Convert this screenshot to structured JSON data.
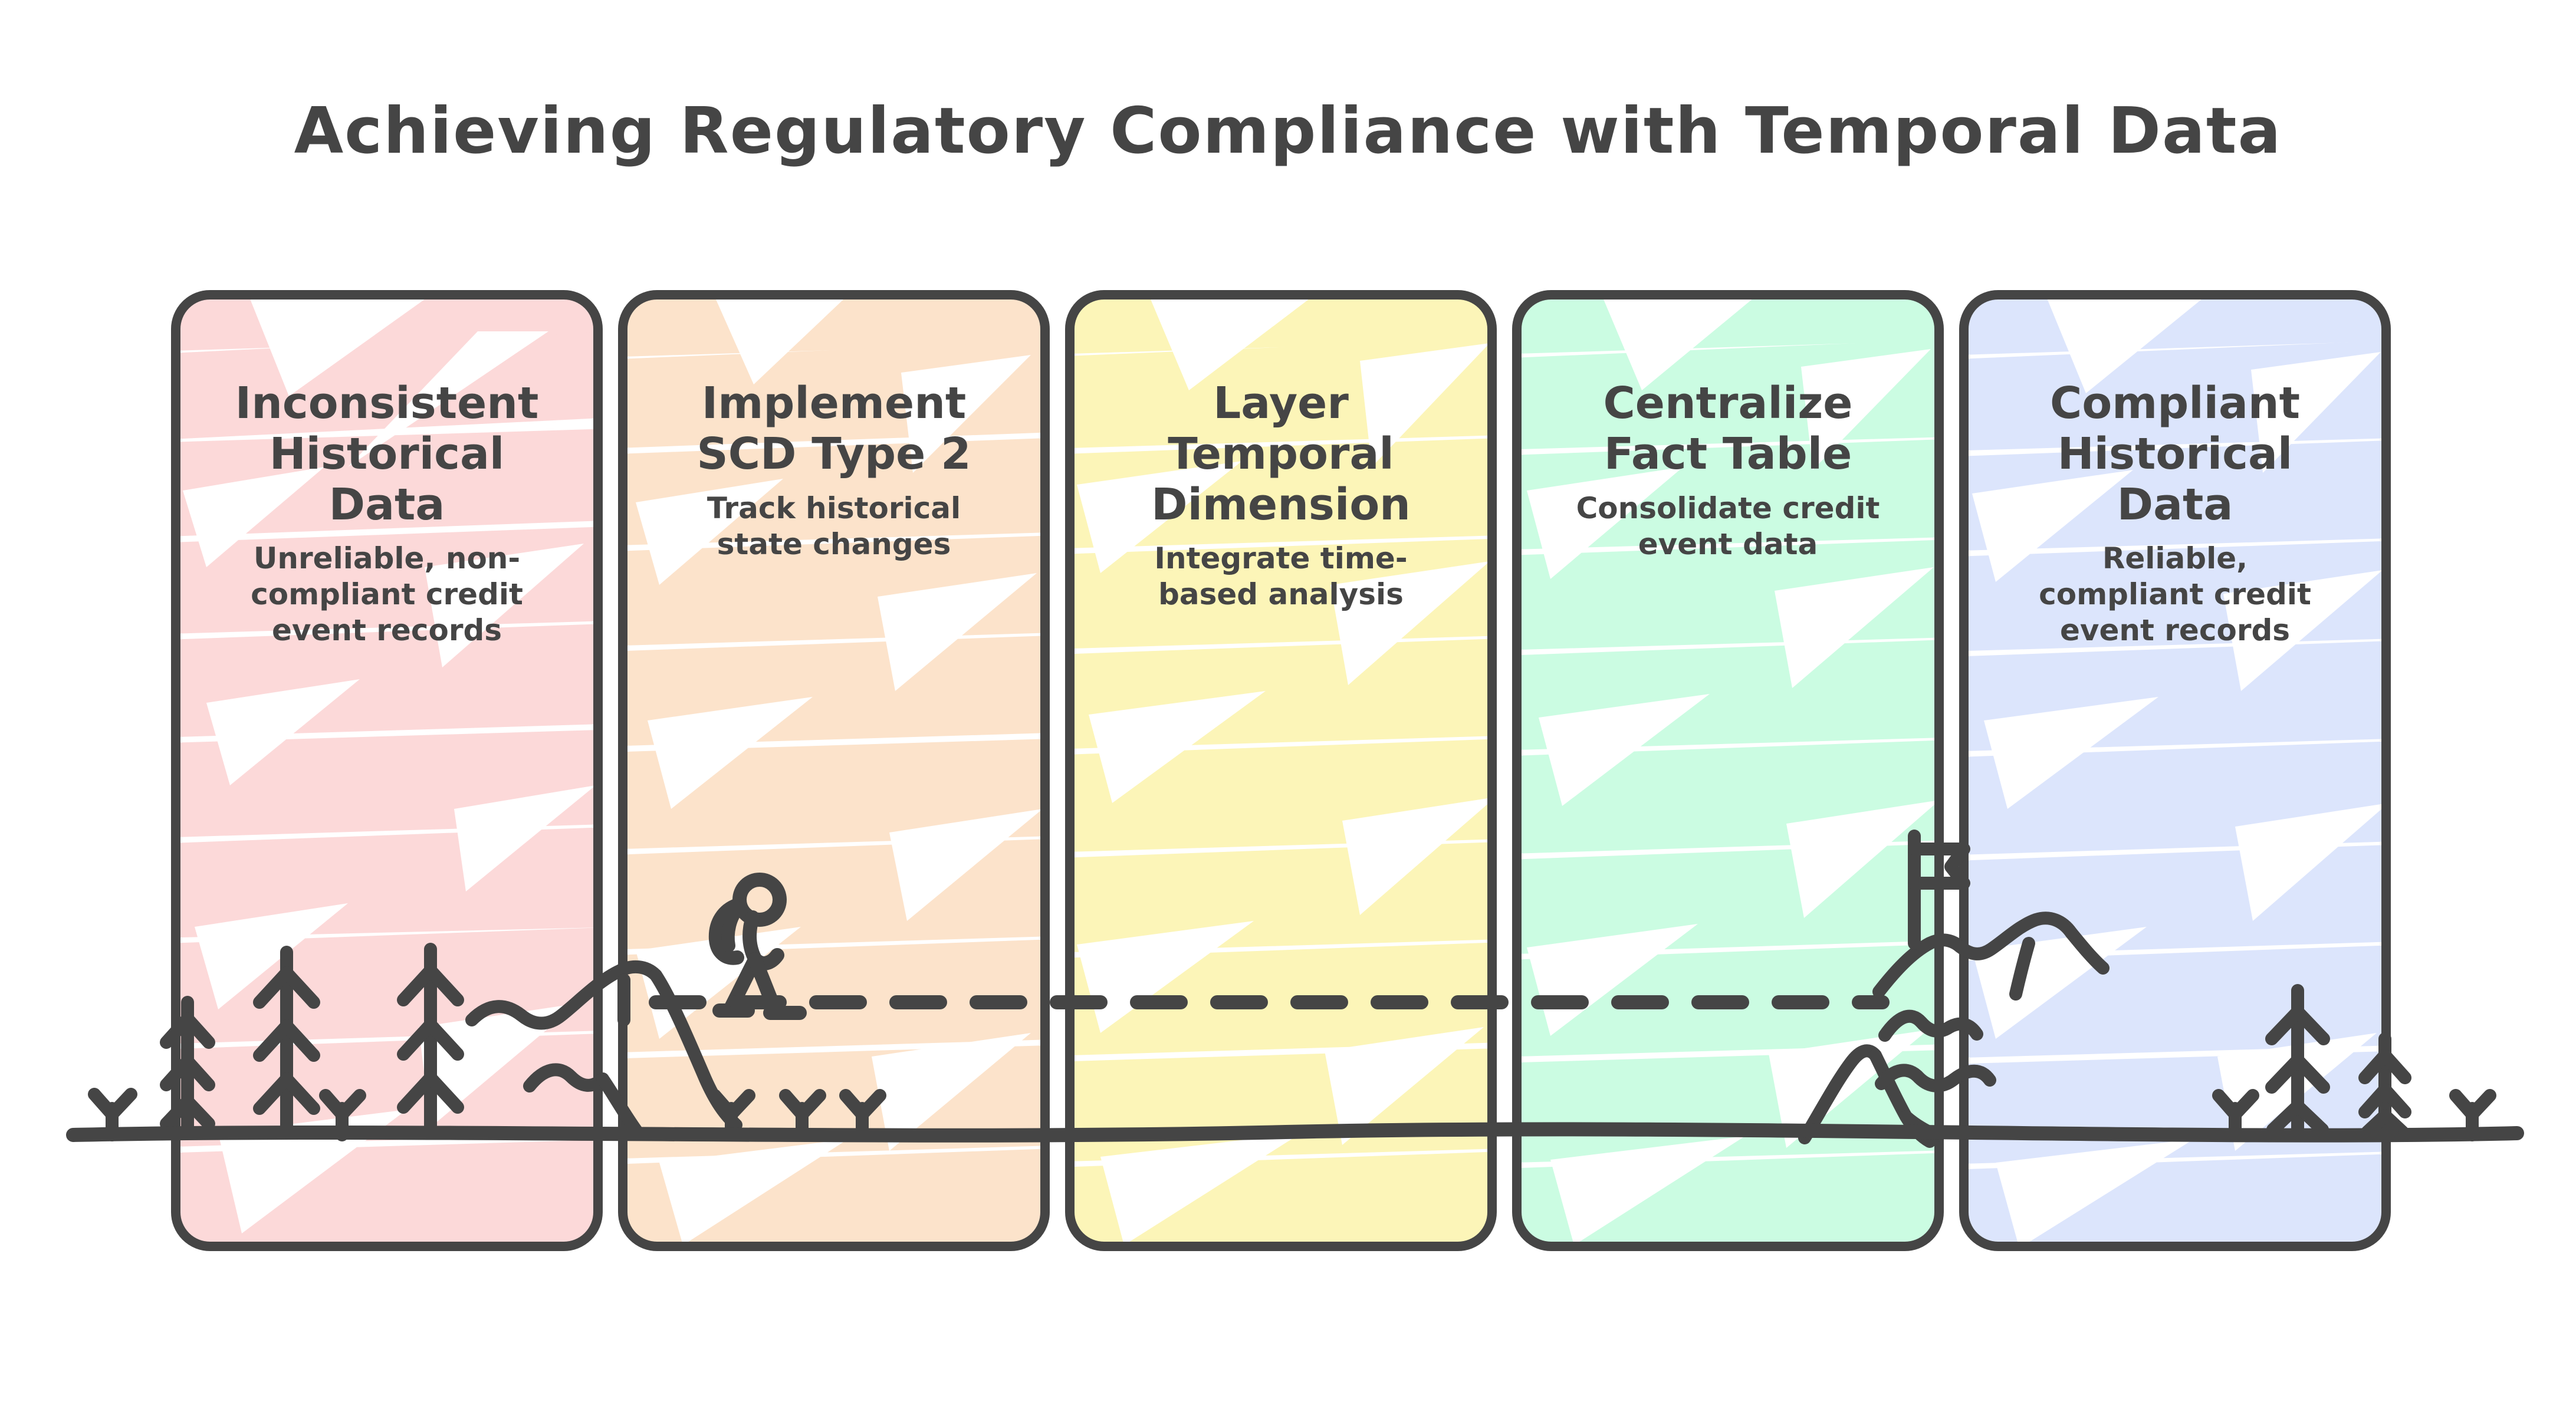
{
  "title": "Achieving Regulatory Compliance with Temporal Data",
  "colors": {
    "stroke": "#454545",
    "background": "#ffffff",
    "panel_1_fill": "#FCD9D9",
    "panel_2_fill": "#FCE3CB",
    "panel_3_fill": "#FCF5B8",
    "panel_4_fill": "#CBFCE2",
    "panel_5_fill": "#DCE5FC"
  },
  "panels": [
    {
      "index": 1,
      "title": "Inconsistent\nHistorical\nData",
      "title_lines": [
        "Inconsistent",
        "Historical",
        "Data"
      ],
      "subtitle_lines": [
        "Unreliable, non-",
        "compliant credit",
        "event records"
      ],
      "subtitle": "Unreliable, non-compliant credit event records",
      "fill": "#FCD9D9",
      "illustration": "pine-trees-and-shrubs"
    },
    {
      "index": 2,
      "title": "Implement\nSCD Type 2",
      "title_lines": [
        "Implement",
        "SCD Type 2"
      ],
      "subtitle_lines": [
        "Track historical",
        "state changes"
      ],
      "subtitle": "Track historical state changes",
      "fill": "#FCE3CB",
      "illustration": "hiker-with-backpack"
    },
    {
      "index": 3,
      "title": "Layer\nTemporal\nDimension",
      "title_lines": [
        "Layer",
        "Temporal",
        "Dimension"
      ],
      "subtitle_lines": [
        "Integrate time-",
        "based analysis"
      ],
      "subtitle": "Integrate time-based analysis",
      "fill": "#FCF5B8",
      "illustration": "dashed-path"
    },
    {
      "index": 4,
      "title": "Centralize\nFact Table",
      "title_lines": [
        "Centralize",
        "Fact Table"
      ],
      "subtitle_lines": [
        "Consolidate credit",
        "event data"
      ],
      "subtitle": "Consolidate credit event data",
      "fill": "#CBFCE2",
      "illustration": "ascending-slope"
    },
    {
      "index": 5,
      "title": "Compliant\nHistorical\nData",
      "title_lines": [
        "Compliant",
        "Historical",
        "Data"
      ],
      "subtitle_lines": [
        "Reliable,",
        "compliant credit",
        "event records"
      ],
      "subtitle": "Reliable, compliant credit event records",
      "fill": "#DCE5FC",
      "illustration": "summit-with-flag"
    }
  ],
  "scene": {
    "ground_line": "horizontal-baseline",
    "journey_path": "dashed-trail",
    "icons": [
      "pine-tree-icon",
      "shrub-icon",
      "hiker-icon",
      "backpack-icon",
      "mountain-icon",
      "flag-icon"
    ]
  }
}
